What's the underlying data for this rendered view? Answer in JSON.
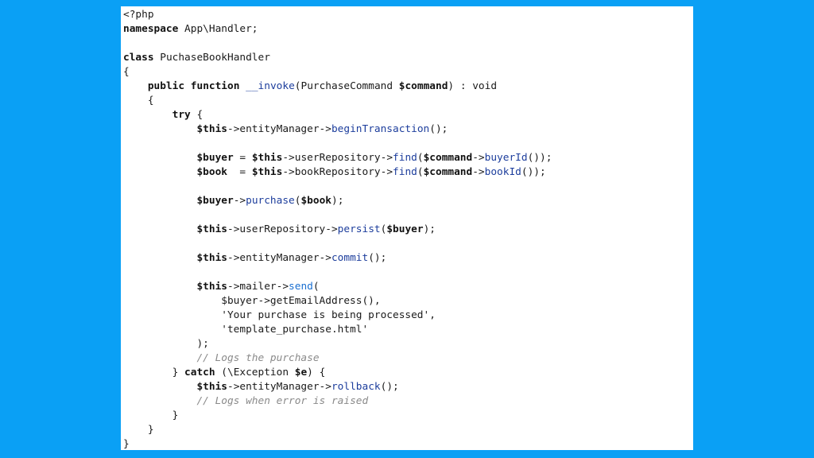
{
  "code_lines": [
    [
      {
        "t": "<?php",
        "c": "plain"
      }
    ],
    [
      {
        "t": "namespace",
        "c": "kw"
      },
      {
        "t": " App\\Handler;",
        "c": "plain"
      }
    ],
    [],
    [
      {
        "t": "class",
        "c": "kw"
      },
      {
        "t": " PuchaseBookHandler",
        "c": "plain"
      }
    ],
    [
      {
        "t": "{",
        "c": "plain"
      }
    ],
    [
      {
        "t": "    ",
        "c": "plain"
      },
      {
        "t": "public",
        "c": "kw"
      },
      {
        "t": " ",
        "c": "plain"
      },
      {
        "t": "function",
        "c": "kw"
      },
      {
        "t": " ",
        "c": "plain"
      },
      {
        "t": "__invoke",
        "c": "fn"
      },
      {
        "t": "(PurchaseCommand ",
        "c": "plain"
      },
      {
        "t": "$command",
        "c": "var"
      },
      {
        "t": ") : void",
        "c": "plain"
      }
    ],
    [
      {
        "t": "    {",
        "c": "plain"
      }
    ],
    [
      {
        "t": "        ",
        "c": "plain"
      },
      {
        "t": "try",
        "c": "kw"
      },
      {
        "t": " {",
        "c": "plain"
      }
    ],
    [
      {
        "t": "            ",
        "c": "plain"
      },
      {
        "t": "$this",
        "c": "var"
      },
      {
        "t": "->entityManager->",
        "c": "plain"
      },
      {
        "t": "beginTransaction",
        "c": "fn"
      },
      {
        "t": "();",
        "c": "plain"
      }
    ],
    [],
    [
      {
        "t": "            ",
        "c": "plain"
      },
      {
        "t": "$buyer",
        "c": "var"
      },
      {
        "t": " = ",
        "c": "plain"
      },
      {
        "t": "$this",
        "c": "var"
      },
      {
        "t": "->userRepository->",
        "c": "plain"
      },
      {
        "t": "find",
        "c": "fn"
      },
      {
        "t": "(",
        "c": "plain"
      },
      {
        "t": "$command",
        "c": "var"
      },
      {
        "t": "->",
        "c": "plain"
      },
      {
        "t": "buyerId",
        "c": "fn"
      },
      {
        "t": "());",
        "c": "plain"
      }
    ],
    [
      {
        "t": "            ",
        "c": "plain"
      },
      {
        "t": "$book",
        "c": "var"
      },
      {
        "t": "  = ",
        "c": "plain"
      },
      {
        "t": "$this",
        "c": "var"
      },
      {
        "t": "->bookRepository->",
        "c": "plain"
      },
      {
        "t": "find",
        "c": "fn"
      },
      {
        "t": "(",
        "c": "plain"
      },
      {
        "t": "$command",
        "c": "var"
      },
      {
        "t": "->",
        "c": "plain"
      },
      {
        "t": "bookId",
        "c": "fn"
      },
      {
        "t": "());",
        "c": "plain"
      }
    ],
    [],
    [
      {
        "t": "            ",
        "c": "plain"
      },
      {
        "t": "$buyer",
        "c": "var"
      },
      {
        "t": "->",
        "c": "plain"
      },
      {
        "t": "purchase",
        "c": "fn"
      },
      {
        "t": "(",
        "c": "plain"
      },
      {
        "t": "$book",
        "c": "var"
      },
      {
        "t": ");",
        "c": "plain"
      }
    ],
    [],
    [
      {
        "t": "            ",
        "c": "plain"
      },
      {
        "t": "$this",
        "c": "var"
      },
      {
        "t": "->userRepository->",
        "c": "plain"
      },
      {
        "t": "persist",
        "c": "fn"
      },
      {
        "t": "(",
        "c": "plain"
      },
      {
        "t": "$buyer",
        "c": "var"
      },
      {
        "t": ");",
        "c": "plain"
      }
    ],
    [],
    [
      {
        "t": "            ",
        "c": "plain"
      },
      {
        "t": "$this",
        "c": "var"
      },
      {
        "t": "->entityManager->",
        "c": "plain"
      },
      {
        "t": "commit",
        "c": "fn"
      },
      {
        "t": "();",
        "c": "plain"
      }
    ],
    [],
    [
      {
        "t": "            ",
        "c": "plain"
      },
      {
        "t": "$this",
        "c": "var"
      },
      {
        "t": "->mailer->",
        "c": "plain"
      },
      {
        "t": "send",
        "c": "fn2"
      },
      {
        "t": "(",
        "c": "plain"
      }
    ],
    [
      {
        "t": "                $buyer->getEmailAddress(),",
        "c": "plain"
      }
    ],
    [
      {
        "t": "                'Your purchase is being processed',",
        "c": "plain"
      }
    ],
    [
      {
        "t": "                'template_purchase.html'",
        "c": "plain"
      }
    ],
    [
      {
        "t": "            );",
        "c": "plain"
      }
    ],
    [
      {
        "t": "            ",
        "c": "plain"
      },
      {
        "t": "// Logs the purchase",
        "c": "cm"
      }
    ],
    [
      {
        "t": "        } ",
        "c": "plain"
      },
      {
        "t": "catch",
        "c": "kw"
      },
      {
        "t": " (\\Exception ",
        "c": "plain"
      },
      {
        "t": "$e",
        "c": "var"
      },
      {
        "t": ") {",
        "c": "plain"
      }
    ],
    [
      {
        "t": "            ",
        "c": "plain"
      },
      {
        "t": "$this",
        "c": "var"
      },
      {
        "t": "->entityManager->",
        "c": "plain"
      },
      {
        "t": "rollback",
        "c": "fn"
      },
      {
        "t": "();",
        "c": "plain"
      }
    ],
    [
      {
        "t": "            ",
        "c": "plain"
      },
      {
        "t": "// Logs when error is raised",
        "c": "cm"
      }
    ],
    [
      {
        "t": "        }",
        "c": "plain"
      }
    ],
    [
      {
        "t": "    }",
        "c": "plain"
      }
    ],
    [
      {
        "t": "}",
        "c": "plain"
      }
    ]
  ]
}
